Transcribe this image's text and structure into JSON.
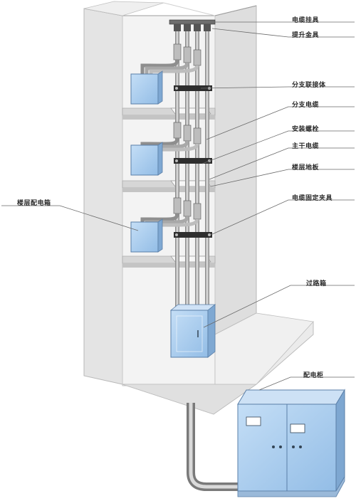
{
  "labels": {
    "cable_hanger": "电缆挂具",
    "lifting_fitting": "提升金具",
    "branch_connector": "分支联接体",
    "branch_cable": "分支电缆",
    "mounting_bolt": "安装螺栓",
    "main_cable": "主干电缆",
    "floor_slab": "楼层地板",
    "cable_clamp": "电缆固定夹具",
    "floor_distribution_box": "楼层配电箱",
    "pull_box": "过路箱",
    "distribution_cabinet": "配电柜"
  },
  "colors": {
    "wall": "#ececec",
    "wall_shade": "#d8d8d8",
    "box_fill": "#a9cdf0",
    "box_stroke": "#5a7fa8",
    "cable": "#9a9a9a",
    "leader": "#6a6a6a",
    "clamp": "#2e2e2e"
  }
}
